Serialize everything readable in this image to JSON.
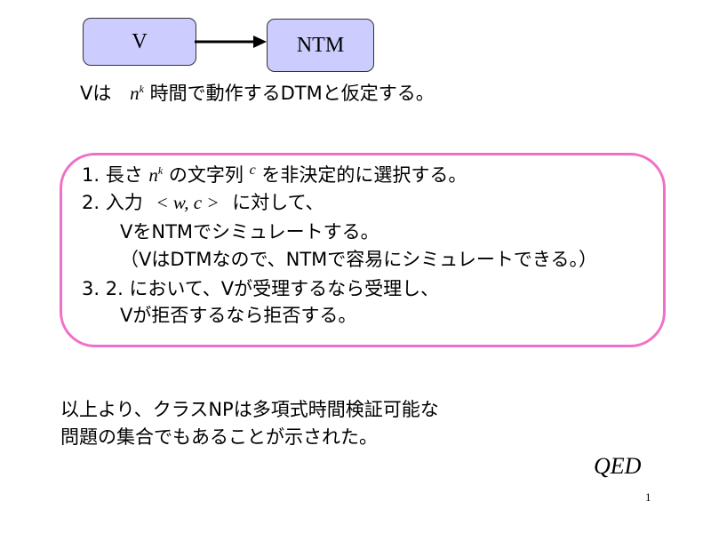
{
  "diagram": {
    "box_v": "V",
    "box_ntm": "NTM",
    "box_color": "#ccccff"
  },
  "assumption": {
    "pre": "Vは",
    "math": "n",
    "exp": "k",
    "post": "時間で動作するDTMと仮定する。"
  },
  "steps": {
    "l1_pre": "1. 長さ",
    "l1_math": "n",
    "l1_exp": "k",
    "l1_mid": "の文字列",
    "l1_var": "c",
    "l1_post": "を非決定的に選択する。",
    "l2_pre": "2. 入力",
    "l2_math": "< w, c >",
    "l2_post": "に対して、",
    "l3": "VをNTMでシミュレートする。",
    "l4": "（VはDTMなので、NTMで容易にシミュレートできる。）",
    "l5": "3. 2. において、Vが受理するなら受理し、",
    "l6": "Vが拒否するなら拒否する。",
    "frame_color": "#f070c8"
  },
  "conclusion": {
    "line1": "以上より、クラスNPは多項式時間検証可能な",
    "line2": "問題の集合でもあることが示された。"
  },
  "qed": "QED",
  "page_number": "1"
}
